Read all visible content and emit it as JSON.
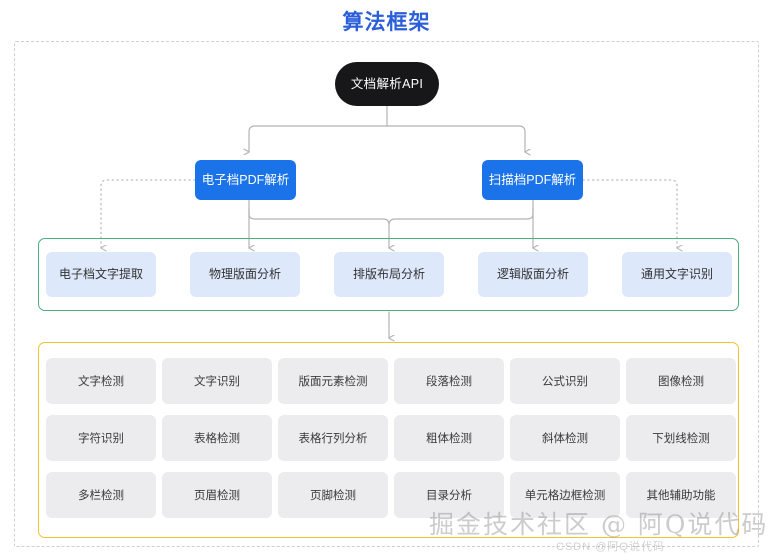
{
  "page": {
    "title": "算法框架"
  },
  "diagram": {
    "root": {
      "label": "文档解析API"
    },
    "pdf_nodes": [
      {
        "label": "电子档PDF解析"
      },
      {
        "label": "扫描档PDF解析"
      }
    ],
    "analysis_group": {
      "nodes": [
        {
          "label": "电子档文字提取"
        },
        {
          "label": "物理版面分析"
        },
        {
          "label": "排版布局分析"
        },
        {
          "label": "逻辑版面分析"
        },
        {
          "label": "通用文字识别"
        }
      ]
    },
    "capability_group": {
      "nodes": [
        {
          "label": "文字检测"
        },
        {
          "label": "文字识别"
        },
        {
          "label": "版面元素检测"
        },
        {
          "label": "段落检测"
        },
        {
          "label": "公式识别"
        },
        {
          "label": "图像检测"
        },
        {
          "label": "字符识别"
        },
        {
          "label": "表格检测"
        },
        {
          "label": "表格行列分析"
        },
        {
          "label": "粗体检测"
        },
        {
          "label": "斜体检测"
        },
        {
          "label": "下划线检测"
        },
        {
          "label": "多栏检测"
        },
        {
          "label": "页眉检测"
        },
        {
          "label": "页脚检测"
        },
        {
          "label": "目录分析"
        },
        {
          "label": "单元格边框检测"
        },
        {
          "label": "其他辅助功能"
        }
      ]
    }
  },
  "watermarks": {
    "main": "掘金技术社区 @ 阿Q说代码",
    "sub": "CSDN @阿Q说代码"
  },
  "colors": {
    "title": "#2b5fd9",
    "root_node": "#17171a",
    "pdf_node": "#1a73e8",
    "analysis_node": "#dde8fb",
    "capability_node": "#ececee",
    "green_border": "#4caf7d",
    "yellow_border": "#f2c230",
    "outer_dashed": "#cfcfcf",
    "connector": "#b4b4b4"
  }
}
